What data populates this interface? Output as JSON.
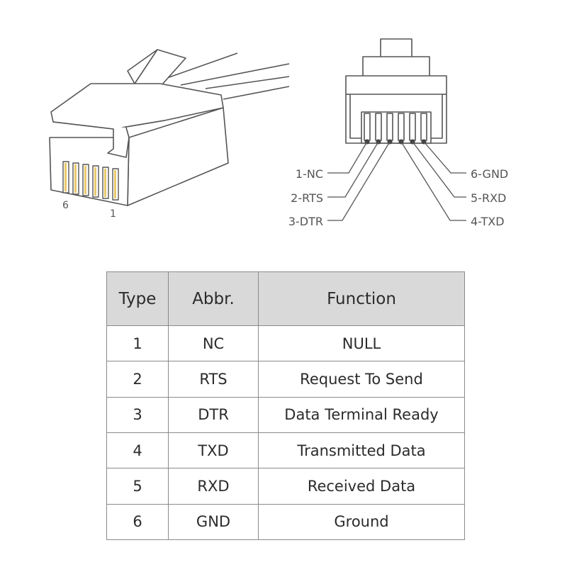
{
  "plug_labels": {
    "left_pin": "6",
    "right_pin": "1"
  },
  "pin_callouts": {
    "left": [
      "1-NC",
      "2-RTS",
      "3-DTR"
    ],
    "right": [
      "6-GND",
      "5-RXD",
      "4-TXD"
    ]
  },
  "table": {
    "headers": [
      "Type",
      "Abbr.",
      "Function"
    ],
    "rows": [
      [
        "1",
        "NC",
        "NULL"
      ],
      [
        "2",
        "RTS",
        "Request To Send"
      ],
      [
        "3",
        "DTR",
        "Data Terminal Ready"
      ],
      [
        "4",
        "TXD",
        "Transmitted Data"
      ],
      [
        "5",
        "RXD",
        "Received Data"
      ],
      [
        "6",
        "GND",
        "Ground"
      ]
    ]
  },
  "colors": {
    "line": "#555555",
    "header_bg": "#d9d9d9",
    "border": "#8a8a8a"
  }
}
